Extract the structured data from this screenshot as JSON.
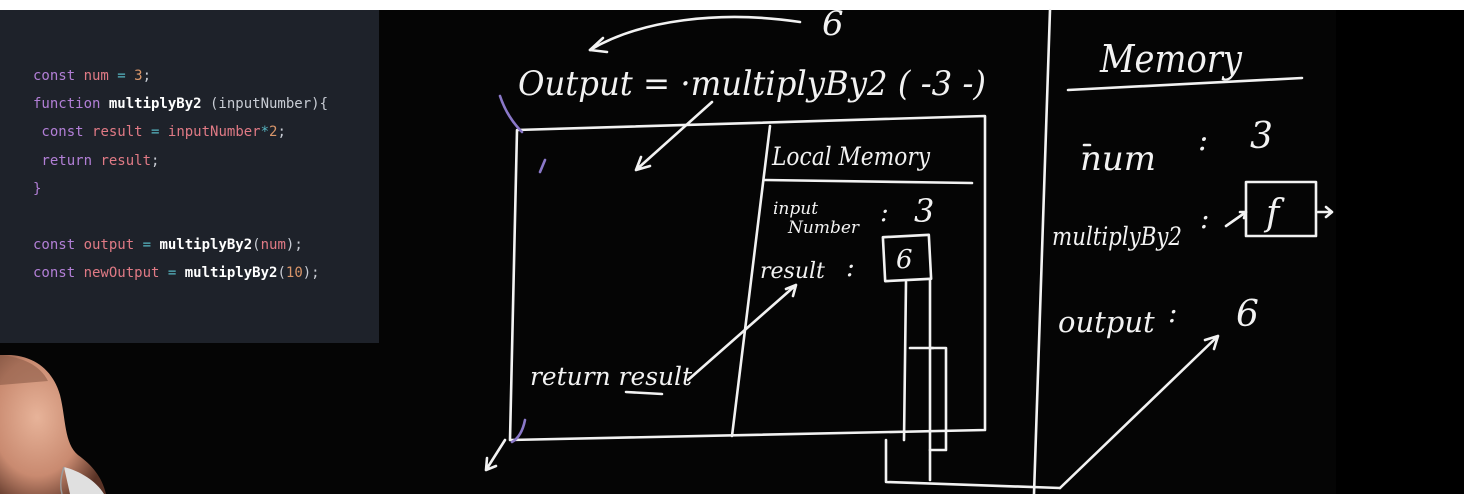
{
  "code": {
    "lines": [
      [
        {
          "t": "const ",
          "c": "kw"
        },
        {
          "t": "num",
          "c": "var"
        },
        {
          "t": " = ",
          "c": "op"
        },
        {
          "t": "3",
          "c": "num"
        },
        {
          "t": ";",
          "c": "plain"
        }
      ],
      [
        {
          "t": "function ",
          "c": "kw"
        },
        {
          "t": "multiplyBy2",
          "c": "fn"
        },
        {
          "t": " (inputNumber){",
          "c": "plain"
        }
      ],
      [
        {
          "t": " const ",
          "c": "kw"
        },
        {
          "t": "result",
          "c": "var"
        },
        {
          "t": " = ",
          "c": "op"
        },
        {
          "t": "inputNumber",
          "c": "var"
        },
        {
          "t": "*",
          "c": "op"
        },
        {
          "t": "2",
          "c": "num"
        },
        {
          "t": ";",
          "c": "plain"
        }
      ],
      [
        {
          "t": " return ",
          "c": "kw"
        },
        {
          "t": "result",
          "c": "var"
        },
        {
          "t": ";",
          "c": "plain"
        }
      ],
      [
        {
          "t": "}",
          "c": "kw"
        }
      ],
      [],
      [
        {
          "t": "const ",
          "c": "kw"
        },
        {
          "t": "output",
          "c": "var"
        },
        {
          "t": " = ",
          "c": "op"
        },
        {
          "t": "multiplyBy2",
          "c": "fn"
        },
        {
          "t": "(",
          "c": "plain"
        },
        {
          "t": "num",
          "c": "var"
        },
        {
          "t": ");",
          "c": "plain"
        }
      ],
      [
        {
          "t": "const ",
          "c": "kw"
        },
        {
          "t": "newOutput",
          "c": "var"
        },
        {
          "t": " = ",
          "c": "op"
        },
        {
          "t": "multiplyBy2",
          "c": "fn"
        },
        {
          "t": "(",
          "c": "plain"
        },
        {
          "t": "10",
          "c": "num"
        },
        {
          "t": ");",
          "c": "plain"
        }
      ]
    ]
  },
  "board": {
    "top_six": "6",
    "call": "Output  =  ·multiplyBy2 ( -3 -)",
    "local_memory_title": "Local Memory",
    "input_label": "input",
    "number_label": "Number",
    "colon": ":",
    "input_value": "3",
    "result_label": "result",
    "result_value": "6",
    "return_text": "return result",
    "memory_title": "Memory",
    "mem_num_label": "num",
    "mem_num_value": "3",
    "mem_fn_label": "multiplyBy2",
    "mem_fn_value": "f",
    "mem_output_label": "output",
    "mem_output_value": "6"
  },
  "colors": {
    "chalk": "#f2f2f2",
    "chalk_purple": "#8a78c8",
    "code_bg": "#1e222a",
    "board_bg": "#050505"
  }
}
